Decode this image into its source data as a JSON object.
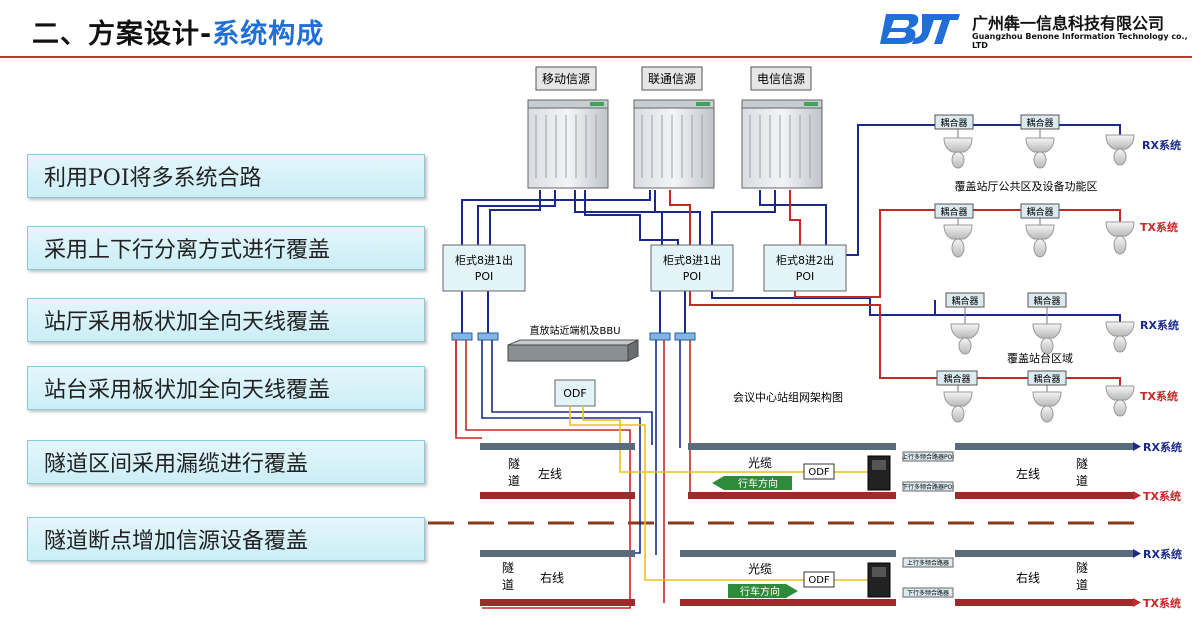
{
  "header": {
    "title_prefix": "二、方案设计-",
    "title_highlight": "系统构成",
    "company_cn": "广州犇一信息科技有限公司",
    "company_en": "Guangzhou Benone Information Technology co., LTD",
    "logo_text": "BJT"
  },
  "points": [
    "利用POI将多系统合路",
    "采用上下行分离方式进行覆盖",
    "站厅采用板状加全向天线覆盖",
    "站台采用板状加全向天线覆盖",
    "隧道区间采用漏缆进行覆盖",
    "隧道断点增加信源设备覆盖"
  ],
  "diagram": {
    "sources": [
      "移动信源",
      "联通信源",
      "电信信源"
    ],
    "poi1_line1": "柜式8进1出",
    "poi1_line2": "POI",
    "poi2_line1": "柜式8进1出",
    "poi2_line2": "POI",
    "poi3_line1": "柜式8进2出",
    "poi3_line2": "POI",
    "bbu_label": "直放站近端机及BBU",
    "odf": "ODF",
    "center_label": "会议中心站组网架构图",
    "coupler": "耦合器",
    "rx": "RX系统",
    "tx": "TX系统",
    "hall_area": "覆盖站厅公共区及设备功能区",
    "platform_area": "覆盖站台区域",
    "tunnel_l1": "隧",
    "tunnel_l2": "道",
    "left_line": "左线",
    "right_line": "右线",
    "fiber": "光缆",
    "direction": "行车方向",
    "combiner_up": "上行多频合路器",
    "combiner_down": "下行多频合路器",
    "combiner_up_poi": "上行多频合路器POI",
    "combiner_down_poi": "下行多频合路器POI"
  },
  "colors": {
    "accent": "#1f6fd6",
    "rx_line": "#1a2a8c",
    "tx_line": "#c62828",
    "fiber": "#e8c21a",
    "rule": "#c0392b"
  }
}
